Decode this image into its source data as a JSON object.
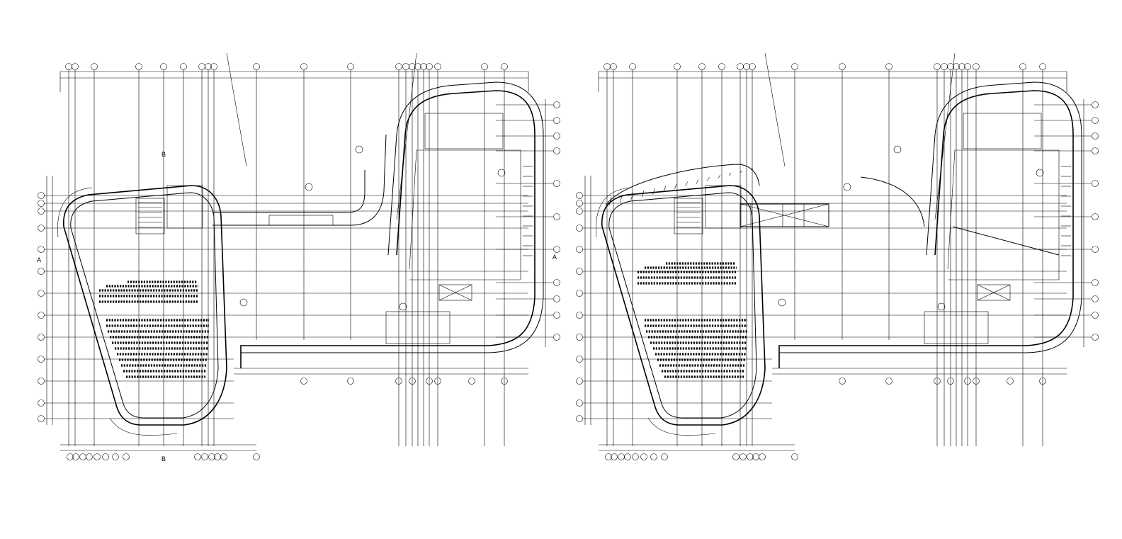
{
  "colors": {
    "ink": "#000000",
    "paper": "#ffffff"
  },
  "section_marks": {
    "left": [
      {
        "label": "B",
        "role": "section-b-top"
      },
      {
        "label": "B",
        "role": "section-b-bottom"
      },
      {
        "label": "A",
        "role": "section-a-left"
      },
      {
        "label": "A",
        "role": "section-a-right"
      }
    ]
  },
  "plans": [
    {
      "id": "plan-left",
      "variant": "ground-floor"
    },
    {
      "id": "plan-right",
      "variant": "upper-floor"
    }
  ]
}
